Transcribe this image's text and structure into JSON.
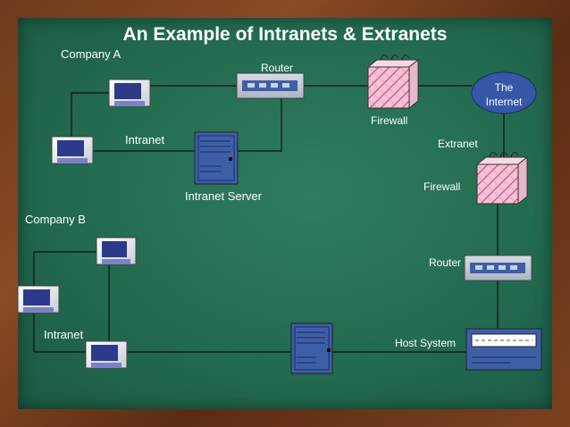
{
  "title": "An Example of Intranets & Extranets",
  "company_a": "Company A",
  "company_b": "Company B",
  "router_top_label": "Router",
  "router_right_label": "Router",
  "firewall_top_label": "Firewall",
  "firewall_right_label": "Firewall",
  "intranet_a_label": "Intranet",
  "intranet_b_label": "Intranet",
  "intranet_server_label": "Intranet Server",
  "extranet_label": "Extranet",
  "internet_line1": "The",
  "internet_line2": "Internet",
  "host_system_label": "Host System",
  "colors": {
    "board": "#236b50",
    "frame": "#7b4120",
    "line": "#111111",
    "device_blue": "#3e5fa8",
    "internet_fill": "#3457a8",
    "firewall_fill": "#f3c3d8"
  },
  "icons": [
    "computer-icon",
    "router-icon",
    "firewall-icon",
    "server-icon",
    "cloud-icon",
    "host-system-icon"
  ]
}
